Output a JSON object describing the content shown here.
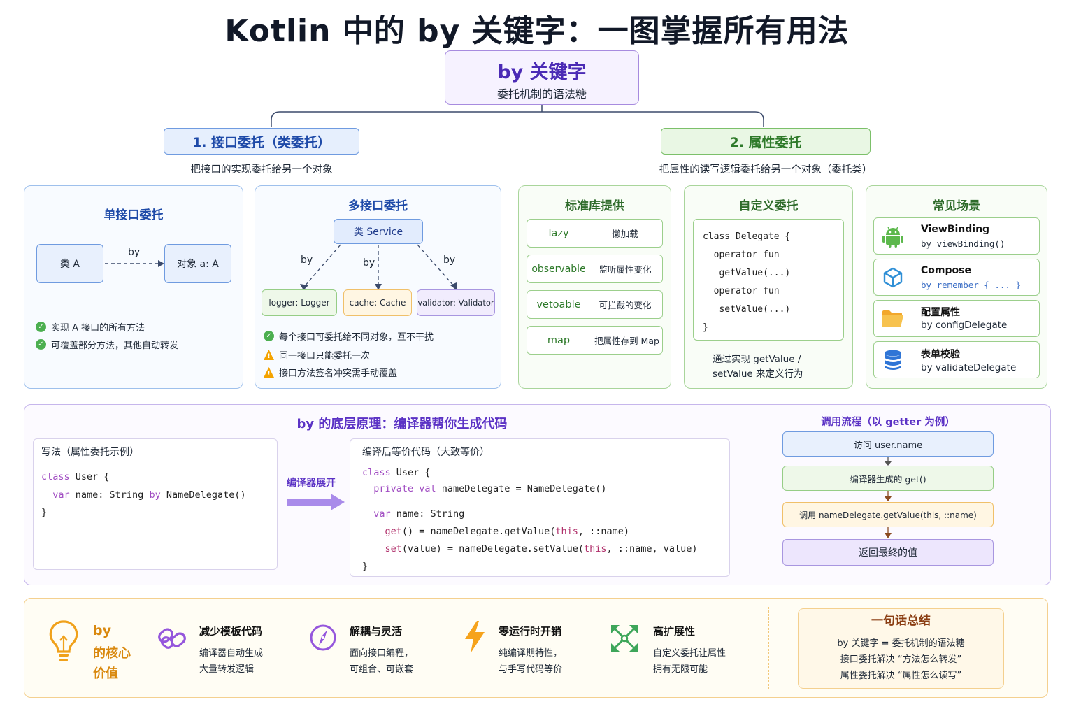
{
  "title": "Kotlin 中的 by 关键字：一图掌握所有用法",
  "root": {
    "title": "by 关键字",
    "subtitle": "委托机制的语法糖"
  },
  "sec1": {
    "header": "1. 接口委托（类委托）",
    "desc": "把接口的实现委托给另一个对象",
    "single": {
      "title": "单接口委托",
      "classA": "类 A",
      "by": "by",
      "objA": "对象 a: A",
      "points": [
        "实现 A 接口的所有方法",
        "可覆盖部分方法，其他自动转发"
      ]
    },
    "multi": {
      "title": "多接口委托",
      "service": "类 Service",
      "by": "by",
      "targets": [
        "logger: Logger",
        "cache: Cache",
        "validator: Validator"
      ],
      "ok": "每个接口可委托给不同对象，互不干扰",
      "warns": [
        "同一接口只能委托一次",
        "接口方法签名冲突需手动覆盖"
      ]
    }
  },
  "sec2": {
    "header": "2. 属性委托",
    "desc": "把属性的读写逻辑委托给另一个对象（委托类）",
    "stdlib": {
      "title": "标准库提供",
      "items": [
        {
          "name": "lazy",
          "desc": "懒加载"
        },
        {
          "name": "observable",
          "desc": "监听属性变化"
        },
        {
          "name": "vetoable",
          "desc": "可拦截的变化"
        },
        {
          "name": "map",
          "desc": "把属性存到 Map"
        }
      ]
    },
    "custom": {
      "title": "自定义委托",
      "code": [
        "class Delegate {",
        "  operator fun",
        "   getValue(...)",
        "  operator fun",
        "   setValue(...)",
        "}"
      ],
      "note1": "通过实现 getValue /",
      "note2": "setValue 来定义行为"
    },
    "scenes": {
      "title": "常见场景",
      "items": [
        {
          "icon": "android-icon",
          "name": "ViewBinding",
          "code": "by viewBinding()"
        },
        {
          "icon": "cube-icon",
          "name": "Compose",
          "code": "by remember { ... }"
        },
        {
          "icon": "folder-icon",
          "name": "配置属性",
          "code": "by configDelegate"
        },
        {
          "icon": "database-icon",
          "name": "表单校验",
          "code": "by validateDelegate"
        }
      ]
    }
  },
  "principle": {
    "title": "by 的底层原理：编译器帮你生成代码",
    "write": {
      "title": "写法（属性委托示例）",
      "l1a": "class",
      "l1b": " User {",
      "l2a": "  var",
      "l2b": " name: String ",
      "l2c": "by",
      "l2d": " NameDelegate()",
      "l3": "}"
    },
    "expand": "编译器展开",
    "compiled": {
      "title": "编译后等价代码（大致等价）",
      "l1a": "class",
      "l1b": " User {",
      "l2a": "  private val",
      "l2b": " nameDelegate = NameDelegate()",
      "l3a": "  var",
      "l3b": " name: String",
      "l4a": "    get",
      "l4b": "() = nameDelegate.getValue(",
      "l4c": "this",
      "l4d": ", ::name)",
      "l5a": "    set",
      "l5b": "(value) = nameDelegate.setValue(",
      "l5c": "this",
      "l5d": ", ::name, value)",
      "l6": "}"
    },
    "flow": {
      "title": "调用流程（以 getter 为例）",
      "steps": [
        "访问 user.name",
        "编译器生成的 get()",
        "调用 nameDelegate.getValue(this, ::name)",
        "返回最终的值"
      ]
    }
  },
  "values": {
    "label": [
      "by",
      "的核心",
      "价值"
    ],
    "items": [
      {
        "icon": "link-icon",
        "title": "减少模板代码",
        "l1": "编译器自动生成",
        "l2": "大量转发逻辑"
      },
      {
        "icon": "compass-icon",
        "title": "解耦与灵活",
        "l1": "面向接口编程，",
        "l2": "可组合、可嵌套"
      },
      {
        "icon": "lightning-icon",
        "title": "零运行时开销",
        "l1": "纯编译期特性，",
        "l2": "与手写代码等价"
      },
      {
        "icon": "expand-icon",
        "title": "高扩展性",
        "l1": "自定义委托让属性",
        "l2": "拥有无限可能"
      }
    ],
    "summary": {
      "title": "一句话总结",
      "lines": [
        "by 关键字 = 委托机制的语法糖",
        "接口委托解决 “方法怎么转发”",
        "属性委托解决 “属性怎么读写”"
      ]
    }
  }
}
